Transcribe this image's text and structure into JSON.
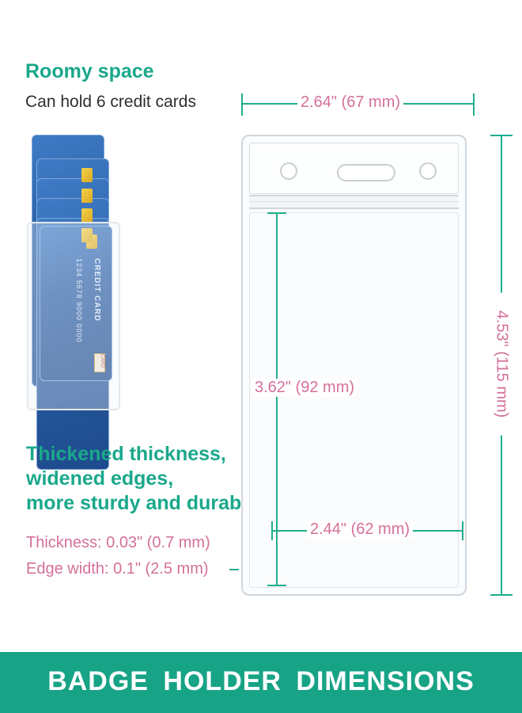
{
  "roomy": {
    "title": "Roomy space",
    "subtitle": "Can hold 6 credit cards"
  },
  "features": {
    "line1": "Thickened thickness,",
    "line2": "widened edges,",
    "line3": "more sturdy and durable"
  },
  "specs": {
    "thickness": "Thickness: 0.03\" (0.7 mm)",
    "edge_width": "Edge width: 0.1\" (2.5 mm)"
  },
  "dimensions": {
    "outer_width": "2.64\" (67 mm)",
    "outer_height": "4.53\" (115 mm)",
    "inner_height": "3.62\" (92 mm)",
    "inner_width": "2.44\" (62 mm)"
  },
  "card": {
    "brand": "CREDIT CARD",
    "number": "1234 5678 9000 0000",
    "badge": "CARD"
  },
  "banner": {
    "title": "BADGE HOLDER DIMENSIONS"
  },
  "colors": {
    "accent": "#17a386",
    "dimension_text": "#d4709a",
    "card_blue": "#2a5fa6"
  }
}
